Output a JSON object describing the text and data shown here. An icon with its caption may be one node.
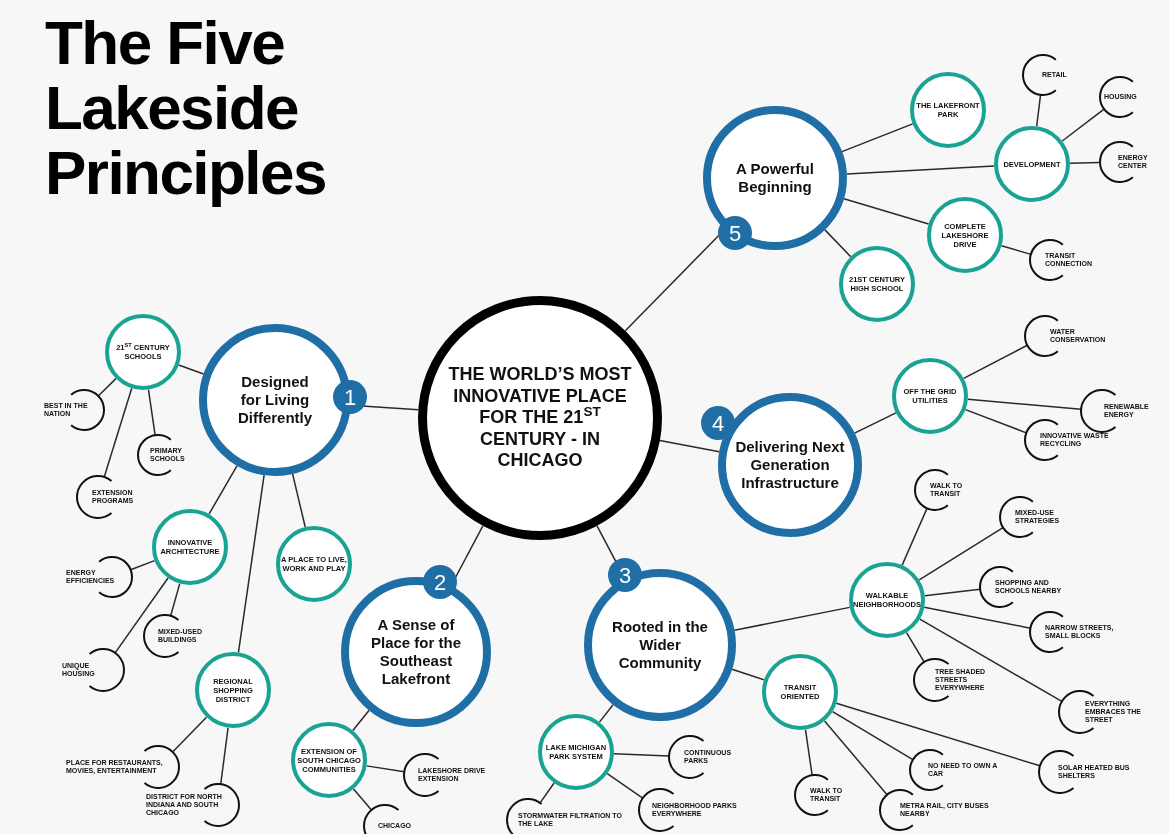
{
  "diagram": {
    "title": "The Five Lakeside Principles",
    "nodes": [
      {
        "text": [
          "THE WORLD’S MOST INNOVATIVE PLACE FOR THE 21$^{ST}$ CENTURY - IN CHICAGO"
        ]
      },
      {
        "text": [
          "Designed for Living Differently",
          "1"
        ]
      },
      {
        "text": [
          "21$^{ST}$ CENTURY SCHOOLS"
        ]
      },
      {
        "text": [
          "BEST IN THE NATION"
        ]
      },
      {
        "text": [
          "PRIMARY SCHOOLS"
        ]
      },
      {
        "text": [
          "EXTENSION PROGRAMS"
        ]
      },
      {
        "text": [
          "INNOVATIVE ARCHITECTURE"
        ]
      },
      {
        "text": [
          "ENERGY EFFICIENCIES"
        ]
      },
      {
        "text": [
          "MIXED-USED BUILDINGS"
        ]
      },
      {
        "text": [
          "UNIQUE HOUSING"
        ]
      },
      {
        "text": [
          "A PLACE TO LIVE, WORK AND PLAY"
        ]
      },
      {
        "text": [
          "REGIONAL SHOPPING DISTRICT"
        ]
      },
      {
        "text": [
          "PLACE FOR RESTAURANTS, MOVIES, ENTERTAINMENT"
        ]
      },
      {
        "text": [
          "DISTRICT FOR NORTH INDIANA AND SOUTH CHICAGO"
        ]
      },
      {
        "text": [
          "2",
          "A Sense of Place for the Southeast Lakefront"
        ]
      },
      {
        "text": [
          "EXTENSION OF SOUTH CHICAGO COMMUNITIES"
        ]
      },
      {
        "text": [
          "LAKESHORE DRIVE EXTENSION"
        ]
      },
      {
        "text": [
          "CHICAGO"
        ]
      },
      {
        "text": [
          "3",
          "Rooted in the Wider Community"
        ]
      },
      {
        "text": [
          "LAKE MICHIGAN PARK SYSTEM"
        ]
      },
      {
        "text": [
          "CONTINUOUS PARKS"
        ]
      },
      {
        "text": [
          "STORMWATER FILTRATION TO THE LAKE"
        ]
      },
      {
        "text": [
          "NEIGHBORHOOD PARKS EVERYWHERE"
        ]
      },
      {
        "text": [
          "WALKABLE NEIGHBORHOODS"
        ]
      },
      {
        "text": [
          "WALK TO TRANSIT"
        ]
      },
      {
        "text": [
          "MIXED-USE STRATEGIES"
        ]
      },
      {
        "text": [
          "SHOPPING AND SCHOOLS NEARBY"
        ]
      },
      {
        "text": [
          "NARROW STREETS, SMALL BLOCKS"
        ]
      },
      {
        "text": [
          "TREE SHADED STREETS EVERYWHERE"
        ]
      },
      {
        "text": [
          "EVERYTHING EMBRACES THE STREET"
        ]
      },
      {
        "text": [
          "TRANSIT ORIENTED"
        ]
      },
      {
        "text": [
          "WALK TO TRANSIT"
        ]
      },
      {
        "text": [
          "METRA RAIL, CITY BUSES NEARBY"
        ]
      },
      {
        "text": [
          "NO NEED TO OWN A CAR"
        ]
      },
      {
        "text": [
          "SOLAR HEATED BUS SHELTERS"
        ]
      },
      {
        "text": [
          "4",
          "Delivering Next Generation Infrastructure"
        ]
      },
      {
        "text": [
          "OFF THE GRID UTILITIES"
        ]
      },
      {
        "text": [
          "WATER CONSERVATION"
        ]
      },
      {
        "text": [
          "RENEWABLE ENERGY"
        ]
      },
      {
        "text": [
          "INNOVATIVE WASTE RECYCLING"
        ]
      },
      {
        "text": [
          "A Powerful Beginning",
          "5"
        ]
      },
      {
        "text": [
          "THE LAKEFRONT PARK"
        ]
      },
      {
        "text": [
          "DEVELOPMENT"
        ]
      },
      {
        "text": [
          "RETAIL"
        ]
      },
      {
        "text": [
          "HOUSING"
        ]
      },
      {
        "text": [
          "ENERGY CENTER"
        ]
      },
      {
        "text": [
          "COMPLETE LAKESHORE DRIVE"
        ]
      },
      {
        "text": [
          "TRANSIT CONNECTION"
        ]
      },
      {
        "text": [
          "21ST CENTURY HIGH SCHOOL"
        ]
      }
    ],
    "edges": [
      {
        "from": 0,
        "to": 1,
        "arrow": "none"
      },
      {
        "from": 1,
        "to": 2,
        "arrow": "none"
      },
      {
        "from": 2,
        "to": 3,
        "arrow": "none"
      },
      {
        "from": 2,
        "to": 4,
        "arrow": "none"
      },
      {
        "from": 2,
        "to": 5,
        "arrow": "none"
      },
      {
        "from": 1,
        "to": 6,
        "arrow": "none"
      },
      {
        "from": 6,
        "to": 7,
        "arrow": "none"
      },
      {
        "from": 6,
        "to": 8,
        "arrow": "none"
      },
      {
        "from": 6,
        "to": 9,
        "arrow": "none"
      },
      {
        "from": 1,
        "to": 10,
        "arrow": "none"
      },
      {
        "from": 1,
        "to": 11,
        "arrow": "none"
      },
      {
        "from": 11,
        "to": 12,
        "arrow": "none"
      },
      {
        "from": 11,
        "to": 13,
        "arrow": "none"
      },
      {
        "from": 0,
        "to": 14,
        "arrow": "none"
      },
      {
        "from": 14,
        "to": 15,
        "arrow": "none"
      },
      {
        "from": 15,
        "to": 16,
        "arrow": "none"
      },
      {
        "from": 15,
        "to": 17,
        "arrow": "none"
      },
      {
        "from": 0,
        "to": 18,
        "arrow": "none"
      },
      {
        "from": 18,
        "to": 19,
        "arrow": "none"
      },
      {
        "from": 19,
        "to": 20,
        "arrow": "none"
      },
      {
        "from": 19,
        "to": 21,
        "arrow": "none"
      },
      {
        "from": 19,
        "to": 22,
        "arrow": "none"
      },
      {
        "from": 18,
        "to": 23,
        "arrow": "none"
      },
      {
        "from": 23,
        "to": 24,
        "arrow": "none"
      },
      {
        "from": 23,
        "to": 25,
        "arrow": "none"
      },
      {
        "from": 23,
        "to": 26,
        "arrow": "none"
      },
      {
        "from": 23,
        "to": 27,
        "arrow": "none"
      },
      {
        "from": 23,
        "to": 28,
        "arrow": "none"
      },
      {
        "from": 23,
        "to": 29,
        "arrow": "none"
      },
      {
        "from": 18,
        "to": 30,
        "arrow": "none"
      },
      {
        "from": 30,
        "to": 31,
        "arrow": "none"
      },
      {
        "from": 30,
        "to": 32,
        "arrow": "none"
      },
      {
        "from": 30,
        "to": 33,
        "arrow": "none"
      },
      {
        "from": 30,
        "to": 34,
        "arrow": "none"
      },
      {
        "from": 0,
        "to": 35,
        "arrow": "none"
      },
      {
        "from": 35,
        "to": 36,
        "arrow": "none"
      },
      {
        "from": 36,
        "to": 37,
        "arrow": "none"
      },
      {
        "from": 36,
        "to": 38,
        "arrow": "none"
      },
      {
        "from": 36,
        "to": 39,
        "arrow": "none"
      },
      {
        "from": 0,
        "to": 40,
        "arrow": "none"
      },
      {
        "from": 40,
        "to": 41,
        "arrow": "none"
      },
      {
        "from": 40,
        "to": 42,
        "arrow": "none"
      },
      {
        "from": 42,
        "to": 43,
        "arrow": "none"
      },
      {
        "from": 42,
        "to": 44,
        "arrow": "none"
      },
      {
        "from": 42,
        "to": 45,
        "arrow": "none"
      },
      {
        "from": 40,
        "to": 46,
        "arrow": "none"
      },
      {
        "from": 46,
        "to": 47,
        "arrow": "none"
      },
      {
        "from": 40,
        "to": 48,
        "arrow": "none"
      }
    ]
  }
}
